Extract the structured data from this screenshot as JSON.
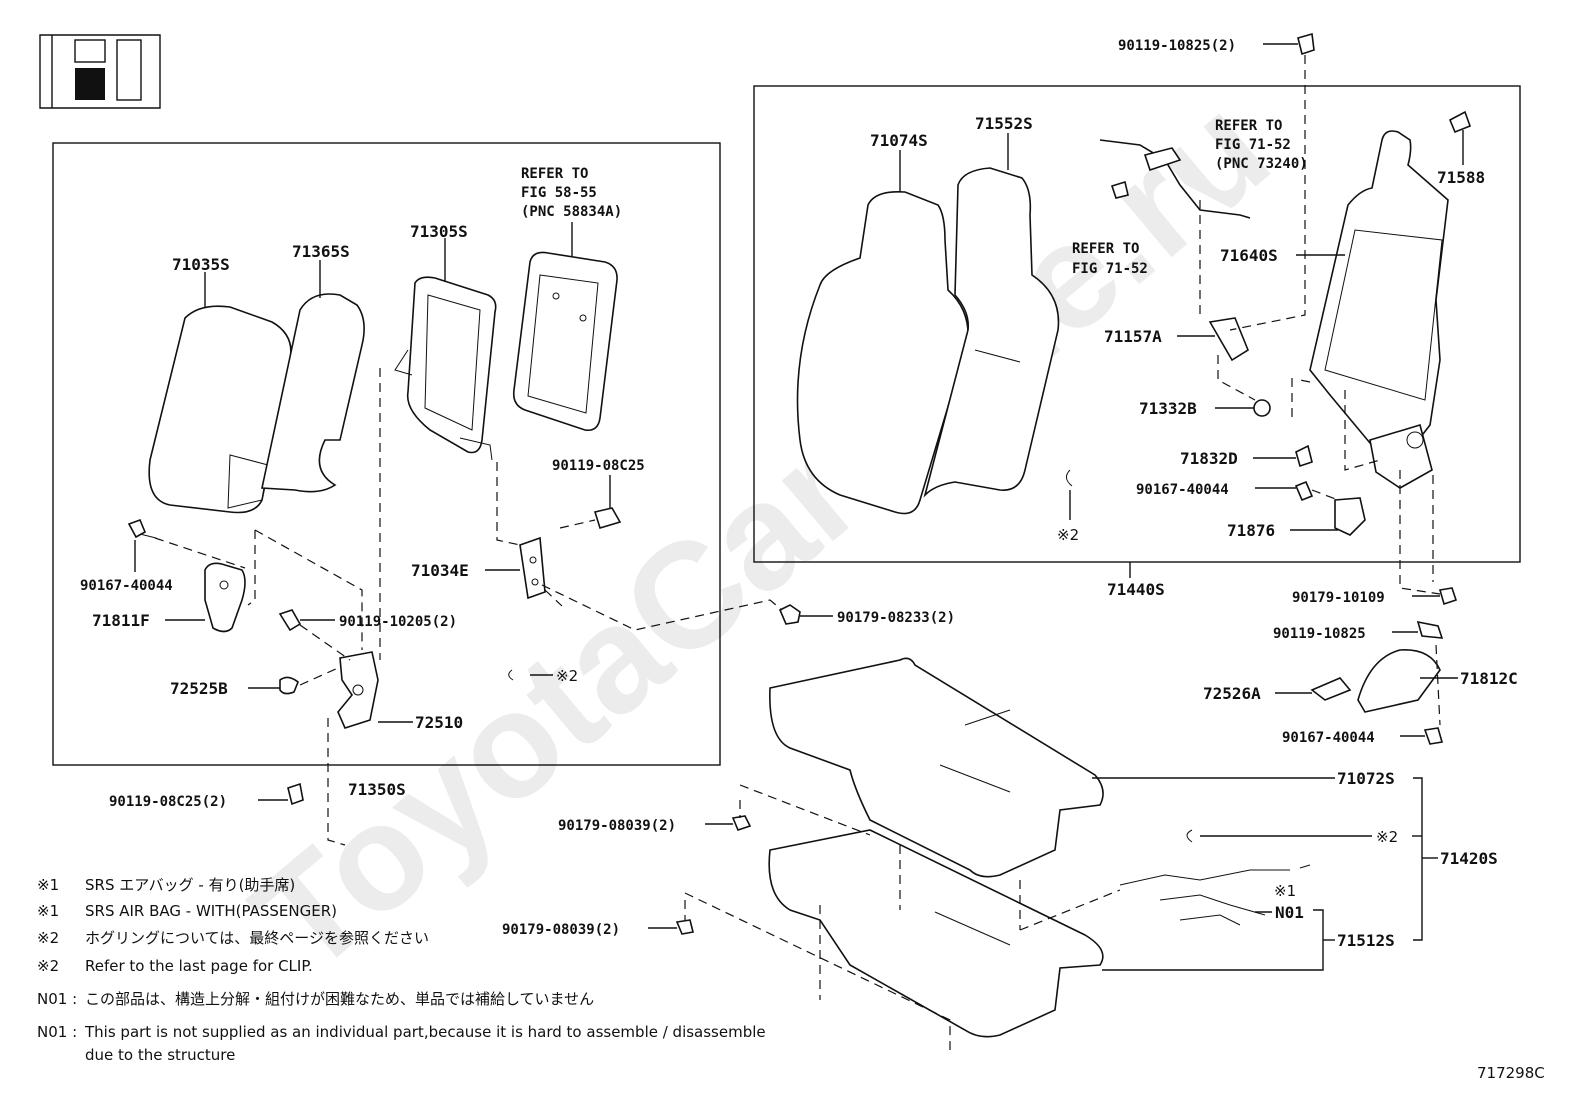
{
  "diagram_id": "717298C",
  "refs": {
    "fig_58_55": [
      "REFER TO",
      "FIG 58-55",
      "(PNC 58834A)"
    ],
    "fig_71_52_pnc": [
      "REFER TO",
      "FIG 71-52",
      "(PNC 73240)"
    ],
    "fig_71_52": [
      "REFER TO",
      "FIG 71-52"
    ]
  },
  "parts": {
    "p71035S": "71035S",
    "p71365S": "71365S",
    "p71305S": "71305S",
    "p90119_08C25": "90119-08C25",
    "p71034E": "71034E",
    "p90167_40044_a": "90167-40044",
    "p71811F": "71811F",
    "p90119_10205": "90119-10205(2)",
    "p72525B": "72525B",
    "p72510": "72510",
    "p71350S": "71350S",
    "p90119_08C25_2": "90119-08C25(2)",
    "p90179_08233": "90179-08233(2)",
    "clip_a": "※2",
    "p71074S": "71074S",
    "p71552S": "71552S",
    "p71588": "71588",
    "p90119_10825_2": "90119-10825(2)",
    "p71640S": "71640S",
    "p71157A": "71157A",
    "p71332B": "71332B",
    "p71832D": "71832D",
    "p90167_40044_b": "90167-40044",
    "p71876": "71876",
    "clip_b": "※2",
    "p71440S": "71440S",
    "p90179_10109": "90179-10109",
    "p90119_10825": "90119-10825",
    "p72526A": "72526A",
    "p71812C": "71812C",
    "p90167_40044_c": "90167-40044",
    "p71072S": "71072S",
    "p71420S": "71420S",
    "clip_c": "※2",
    "srs_mark": "※1",
    "pN01": "N01",
    "p71512S": "71512S",
    "p90179_08039_a": "90179-08039(2)",
    "p90179_08039_b": "90179-08039(2)"
  },
  "notes": [
    {
      "mark": "※1",
      "text": "SRS エアバッグ - 有り(助手席)"
    },
    {
      "mark": "※1",
      "text": "SRS AIR BAG - WITH(PASSENGER)"
    },
    {
      "mark": "※2",
      "text": "ホグリングについては、最終ページを参照ください"
    },
    {
      "mark": "※2",
      "text": "Refer to the last page for CLIP."
    },
    {
      "mark": "N01 :",
      "text": "この部品は、構造上分解・組付けが困難なため、単品では補給していません"
    },
    {
      "mark": "N01 :",
      "text": "This part is not supplied as an individual part,because it is hard to assemble / disassemble"
    },
    {
      "mark": "",
      "text": "due to the structure"
    }
  ],
  "watermark": "ToyotaCarMine.ru"
}
